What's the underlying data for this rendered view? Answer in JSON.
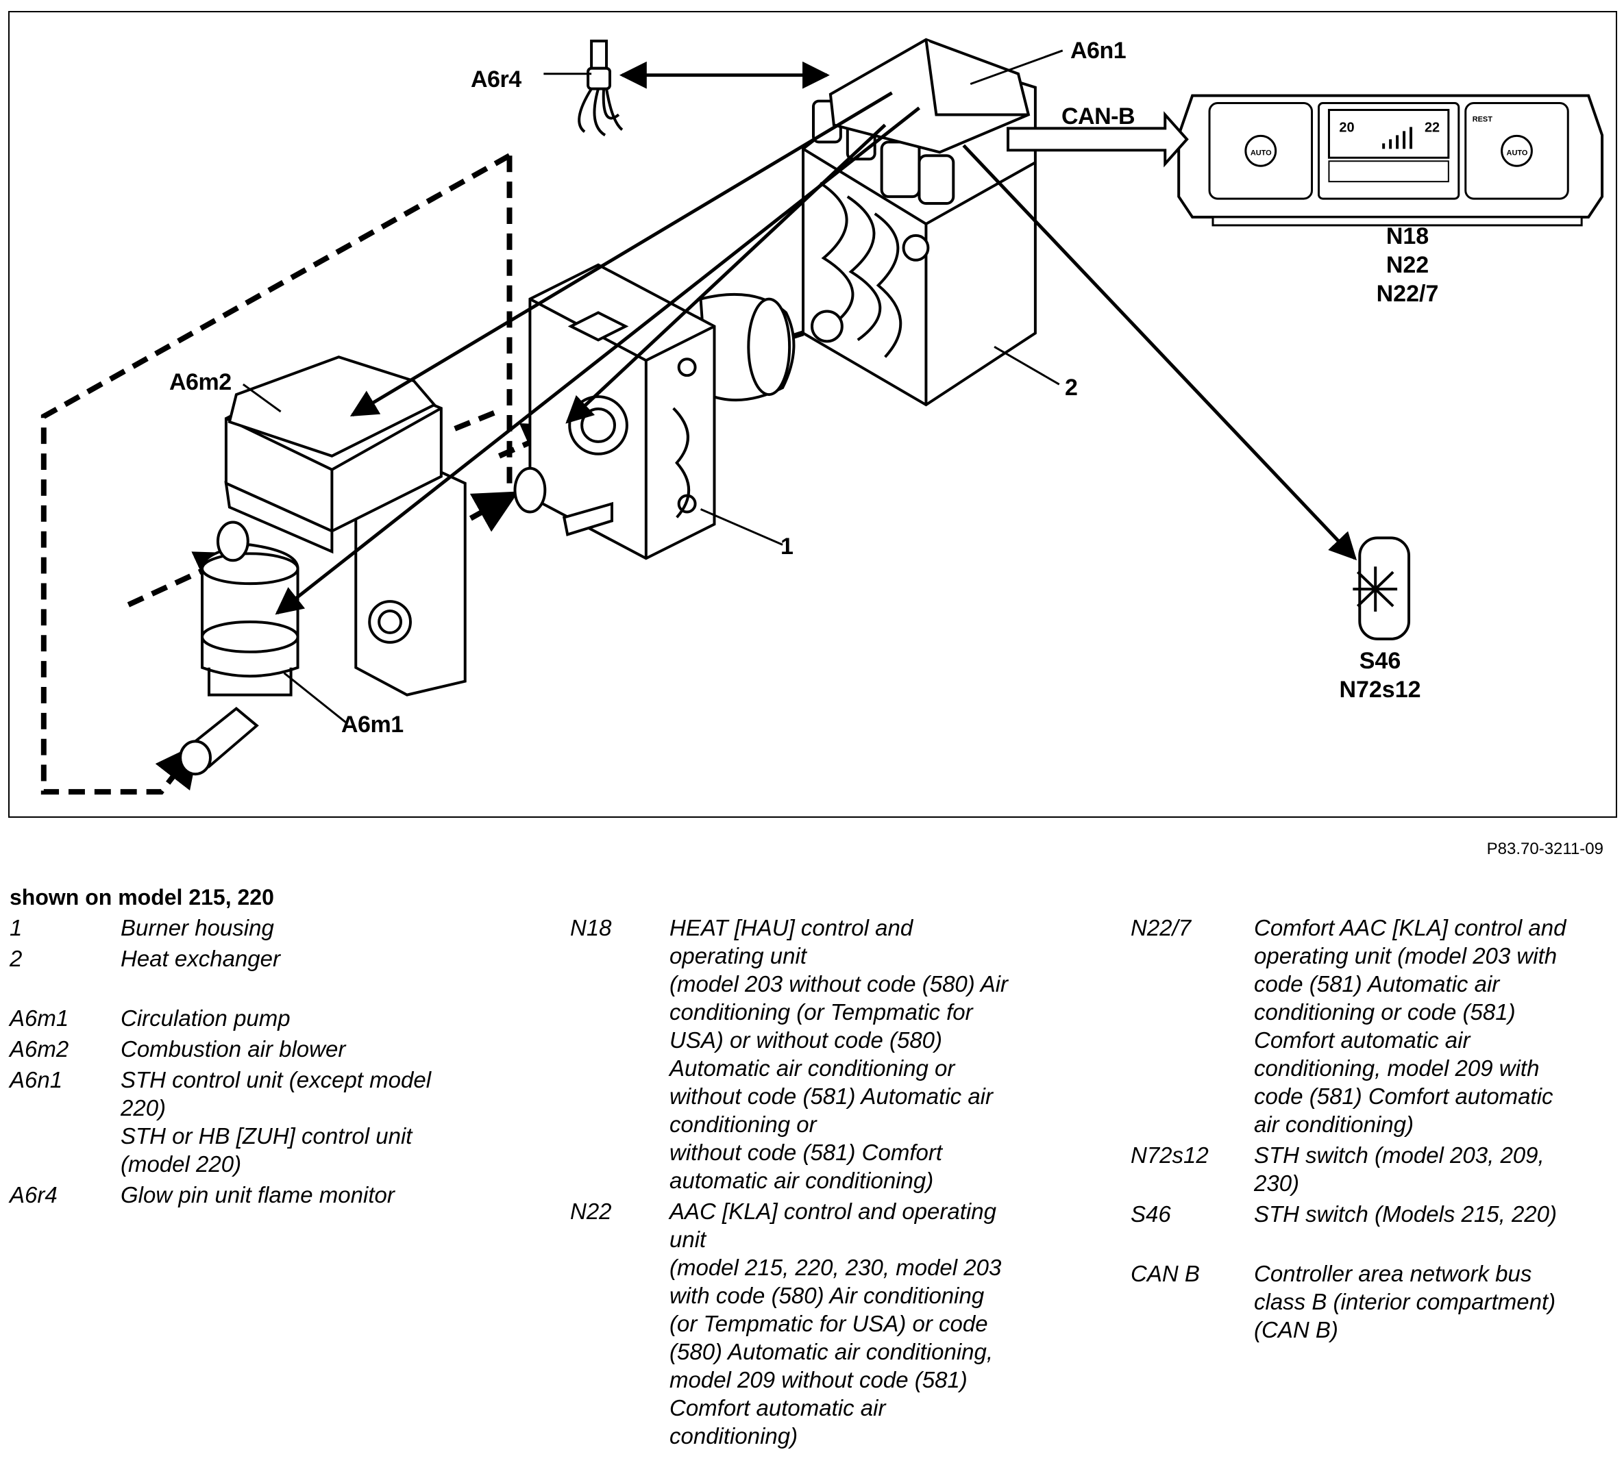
{
  "diagram": {
    "callouts": {
      "a6r4": "A6r4",
      "a6n1": "A6n1",
      "can_b": "CAN-B",
      "a6m2": "A6m2",
      "a6m1": "A6m1",
      "one": "1",
      "two": "2",
      "n18": "N18",
      "n22": "N22",
      "n22_7": "N22/7",
      "s46": "S46",
      "n72s12": "N72s12"
    },
    "panel_display": {
      "temp_left": "20",
      "temp_right": "22",
      "auto_left": "AUTO",
      "auto_right": "AUTO",
      "rest": "REST"
    }
  },
  "figure_ref": "P83.70-3211-09",
  "legend": {
    "caption": "shown on model 215, 220",
    "col1": [
      {
        "code": "1",
        "lines": [
          "Burner housing"
        ]
      },
      {
        "code": "2",
        "lines": [
          "Heat exchanger"
        ]
      },
      {
        "code": "A6m1",
        "lines": [
          "Circulation pump"
        ]
      },
      {
        "code": "A6m2",
        "lines": [
          "Combustion air blower"
        ]
      },
      {
        "code": "A6n1",
        "lines": [
          "STH control unit (except model",
          "220)",
          "STH or HB [ZUH] control unit",
          "(model 220)"
        ]
      },
      {
        "code": "A6r4",
        "lines": [
          "Glow pin unit flame monitor"
        ]
      }
    ],
    "col2": [
      {
        "code": "N18",
        "lines": [
          "HEAT [HAU] control and",
          "operating unit",
          "(model 203 without code (580) Air",
          "conditioning (or Tempmatic for",
          "USA) or without code (580)",
          "Automatic air conditioning or",
          "without code (581) Automatic air",
          "conditioning or",
          "without code (581) Comfort",
          "automatic air conditioning)"
        ]
      },
      {
        "code": "N22",
        "lines": [
          "AAC [KLA] control and operating",
          "unit",
          "(model 215, 220, 230, model 203",
          "with code (580) Air conditioning",
          "(or Tempmatic for USA) or code",
          "(580) Automatic air conditioning,",
          "model 209 without code (581)",
          "Comfort automatic air",
          "conditioning)"
        ]
      }
    ],
    "col3": [
      {
        "code": "N22/7",
        "lines": [
          "Comfort AAC [KLA] control and",
          "operating unit (model 203 with",
          "code (581) Automatic air",
          "conditioning or code (581)",
          "Comfort automatic air",
          "conditioning, model 209 with",
          "code (581) Comfort automatic",
          "air conditioning)"
        ]
      },
      {
        "code": "N72s12",
        "lines": [
          "STH switch (model 203, 209,",
          "230)"
        ]
      },
      {
        "code": "S46",
        "lines": [
          "STH switch (Models 215, 220)"
        ]
      },
      {
        "code": "CAN B",
        "lines": [
          "Controller area network bus",
          "class B (interior compartment)",
          "(CAN B)"
        ]
      }
    ]
  }
}
